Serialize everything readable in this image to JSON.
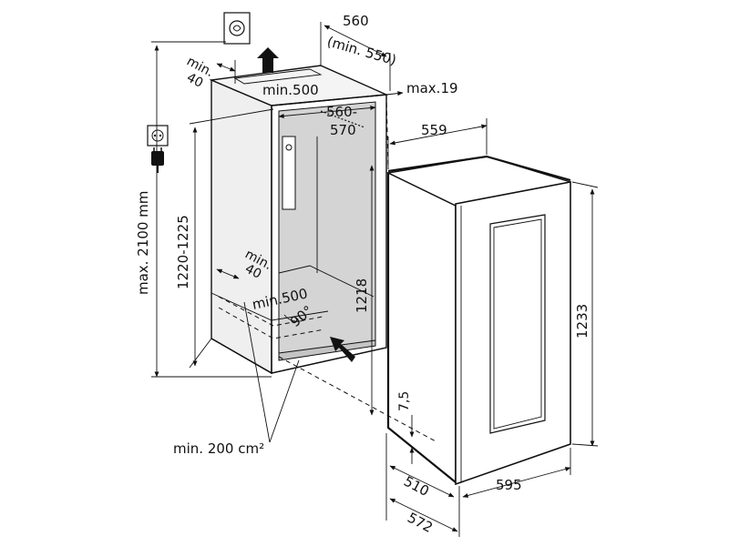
{
  "labels": {
    "cabinet_width": "560",
    "cabinet_width_min": "(min. 550)",
    "top_vent_depth": "min.",
    "top_vent_depth_val": "40",
    "top_opening": "min.500",
    "max_gap": "max.19",
    "niche_inner_width": "560-",
    "niche_inner_width_2": "570",
    "appliance_depth": "559",
    "max_height": "max. 2100 mm",
    "niche_height": "1220-1225",
    "bottom_vent_depth": "min.",
    "bottom_vent_depth_val": "40",
    "bottom_opening": "min.500",
    "angle": "90°",
    "appliance_body_height": "1218",
    "door_offset": "7,5",
    "appliance_height": "1233",
    "vent_area": "min. 200 cm²",
    "depth_510": "510",
    "width_595": "595",
    "depth_572": "572"
  },
  "icons": {
    "socket": "power-socket-icon",
    "plug": "power-plug-icon",
    "fan": "ventilation-icon",
    "arrow_up": "airflow-up-arrow-icon",
    "arrow_in": "airflow-in-arrow-icon"
  },
  "colors": {
    "niche_fill": "#d4d4d4",
    "line": "#111111"
  }
}
